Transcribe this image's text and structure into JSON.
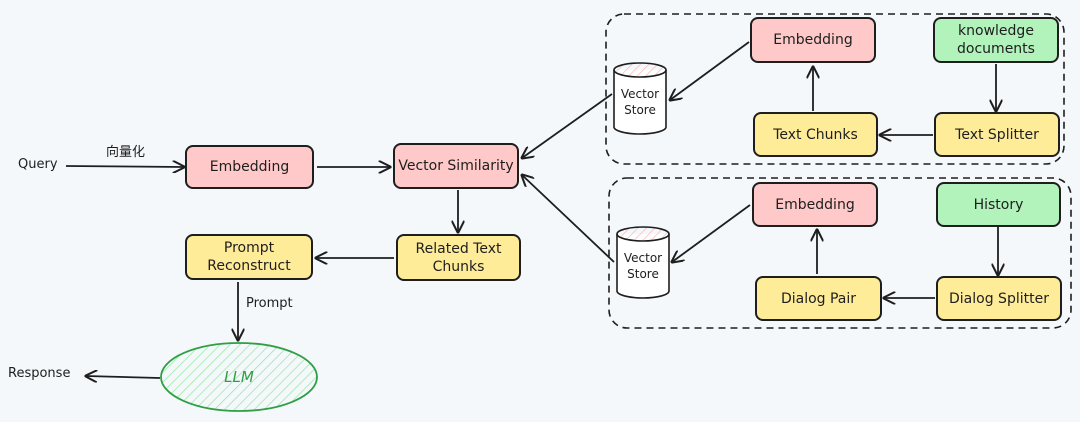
{
  "query": {
    "text": "Query",
    "annotation": "向量化"
  },
  "embedding_main": "Embedding",
  "vector_similarity": "Vector Similarity",
  "related_chunks": "Related Text Chunks",
  "prompt_reconstruct": "Prompt Reconstruct",
  "prompt_label": "Prompt",
  "llm": "LLM",
  "response": "Response",
  "knowledge_group": {
    "vector_store": "Vector Store",
    "embedding": "Embedding",
    "documents": "knowledge documents",
    "text_splitter": "Text Splitter",
    "text_chunks": "Text Chunks"
  },
  "history_group": {
    "vector_store": "Vector Store",
    "embedding": "Embedding",
    "history": "History",
    "dialog_splitter": "Dialog Splitter",
    "dialog_pair": "Dialog Pair"
  },
  "colors": {
    "embedding": "#ffc9c9",
    "process": "#ffec99",
    "source": "#b2f2bb",
    "llm_stroke": "#2f9e44",
    "background": "#f4f8fb"
  }
}
